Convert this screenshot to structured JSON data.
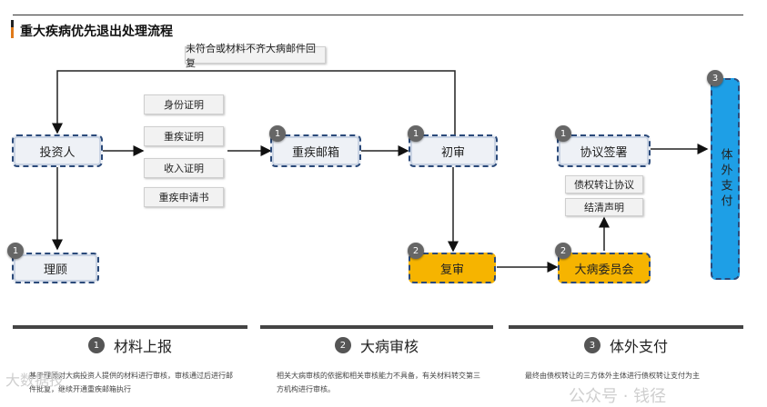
{
  "title": "重大疾病优先退出处理流程",
  "feedback_label": "未符合或材料不齐大病邮件回复",
  "nodes": {
    "investor": "投资人",
    "advisor": "理顾",
    "mailbox": "重疾邮箱",
    "first_review": "初审",
    "second_review": "复审",
    "agreement": "协议签署",
    "committee": "大病委员会",
    "payment": "体外支付"
  },
  "badges": {
    "mailbox": "1",
    "first_review": "1",
    "agreement": "1",
    "advisor": "1",
    "second_review": "2",
    "committee": "2",
    "payment": "3"
  },
  "documents": [
    "身份证明",
    "重疾证明",
    "收入证明",
    "重疾申请书"
  ],
  "agreement_documents": [
    "债权转让协议",
    "结清声明"
  ],
  "panels": [
    {
      "num": "1",
      "title": "材料上报",
      "body": "基于理顾对大病投资人提供的材料进行审核，审核通过后进行邮件批复，继续开通重疾邮箱执行"
    },
    {
      "num": "2",
      "title": "大病审核",
      "body": "相关大病审核的依据和相关审核能力不具备，有关材料转交第三方机构进行审核。"
    },
    {
      "num": "3",
      "title": "体外支付",
      "body": "最终由债权转让的三方体外主体进行债权转让支付为主"
    }
  ],
  "watermarks": [
    "大数据技",
    "公众号 · 钱径"
  ]
}
